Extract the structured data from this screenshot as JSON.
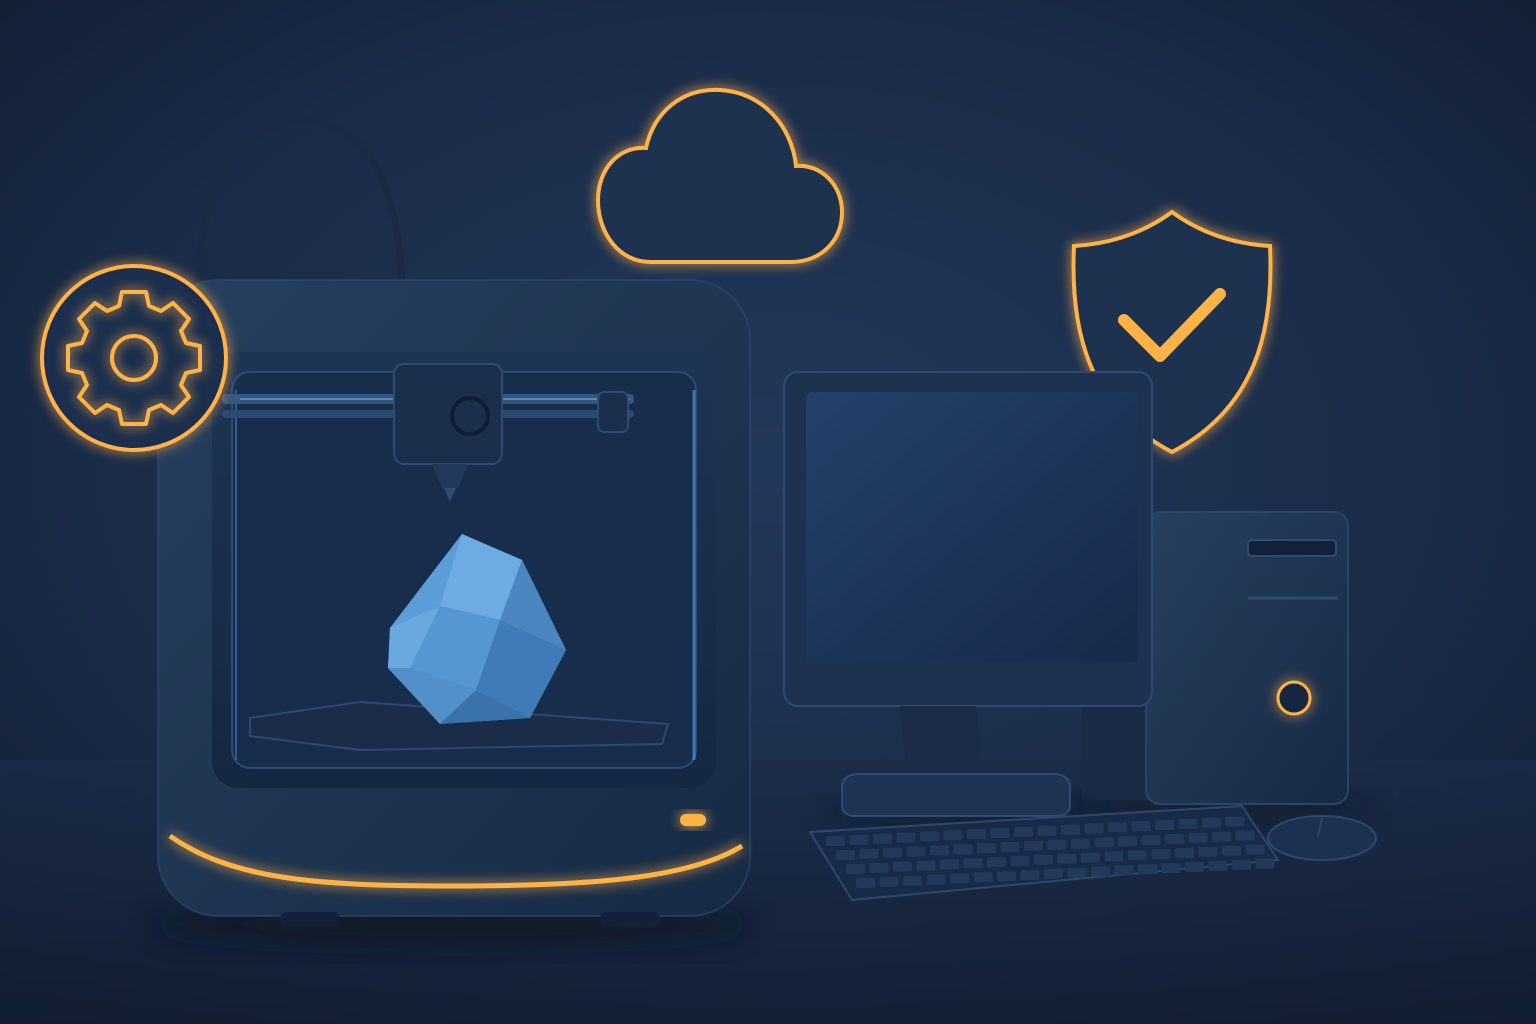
{
  "scene": {
    "background_color": "#16233a",
    "accent_color": "#ffb347",
    "glow_color": "#ff9a2e",
    "object_color": "#1f3553",
    "model_color": "#4d8fc9",
    "icons": [
      "gear-icon",
      "cloud-icon",
      "shield-check-icon"
    ],
    "objects": [
      "3d-printer",
      "printed-polyhedron",
      "computer-monitor",
      "desktop-tower",
      "keyboard",
      "mouse"
    ]
  }
}
